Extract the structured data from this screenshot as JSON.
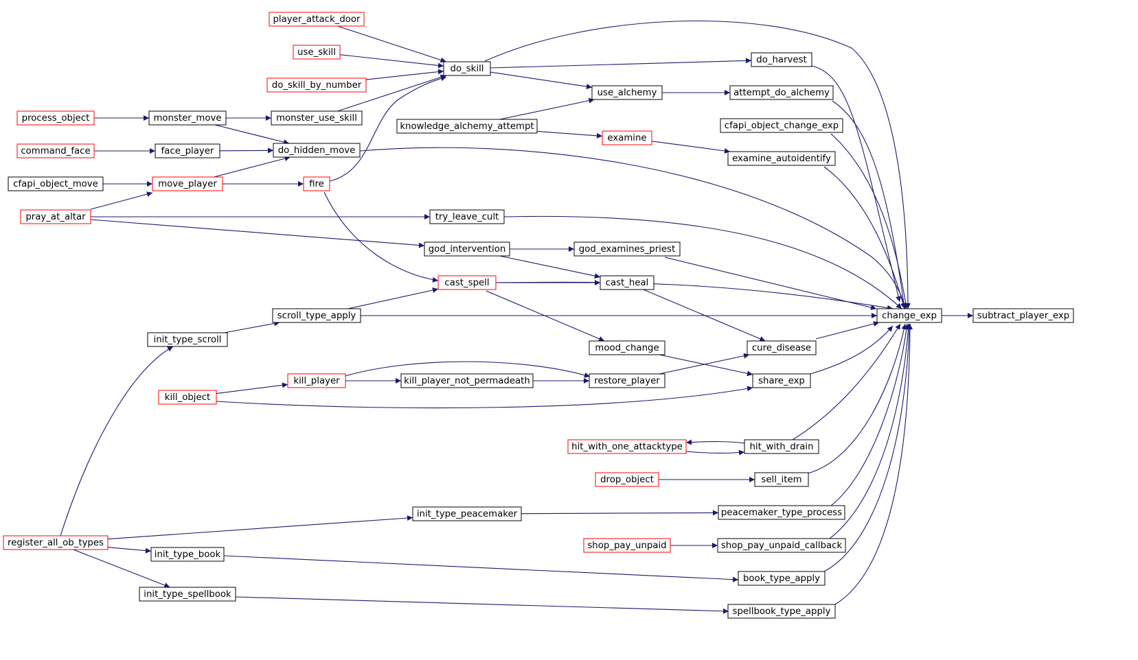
{
  "diagram": {
    "colors": {
      "edge": "#191970",
      "normal_border": "#000000",
      "truncated_border": "#ff0000",
      "highlight_fill": "#bfbfbf",
      "background": "#ffffff"
    },
    "nodes": [
      {
        "id": "subtract_player_exp",
        "label": "subtract_player_exp",
        "style": "highlight"
      },
      {
        "id": "change_exp",
        "label": "change_exp",
        "style": "normal"
      },
      {
        "id": "do_harvest",
        "label": "do_harvest",
        "style": "normal"
      },
      {
        "id": "attempt_do_alchemy",
        "label": "attempt_do_alchemy",
        "style": "normal"
      },
      {
        "id": "cfapi_object_change_exp",
        "label": "cfapi_object_change_exp",
        "style": "normal"
      },
      {
        "id": "examine_autoidentify",
        "label": "examine_autoidentify",
        "style": "normal"
      },
      {
        "id": "cure_disease",
        "label": "cure_disease",
        "style": "normal"
      },
      {
        "id": "share_exp",
        "label": "share_exp",
        "style": "normal"
      },
      {
        "id": "hit_with_drain",
        "label": "hit_with_drain",
        "style": "normal"
      },
      {
        "id": "sell_item",
        "label": "sell_item",
        "style": "normal"
      },
      {
        "id": "peacemaker_type_process",
        "label": "peacemaker_type_process",
        "style": "normal"
      },
      {
        "id": "shop_pay_unpaid_callback",
        "label": "shop_pay_unpaid_callback",
        "style": "normal"
      },
      {
        "id": "book_type_apply",
        "label": "book_type_apply",
        "style": "normal"
      },
      {
        "id": "spellbook_type_apply",
        "label": "spellbook_type_apply",
        "style": "normal"
      },
      {
        "id": "do_skill",
        "label": "do_skill",
        "style": "normal"
      },
      {
        "id": "use_alchemy",
        "label": "use_alchemy",
        "style": "normal"
      },
      {
        "id": "examine",
        "label": "examine",
        "style": "truncated"
      },
      {
        "id": "god_examines_priest",
        "label": "god_examines_priest",
        "style": "normal"
      },
      {
        "id": "cast_heal",
        "label": "cast_heal",
        "style": "normal"
      },
      {
        "id": "mood_change",
        "label": "mood_change",
        "style": "normal"
      },
      {
        "id": "restore_player",
        "label": "restore_player",
        "style": "normal"
      },
      {
        "id": "hit_with_one_attacktype",
        "label": "hit_with_one_attacktype",
        "style": "truncated"
      },
      {
        "id": "drop_object",
        "label": "drop_object",
        "style": "truncated"
      },
      {
        "id": "shop_pay_unpaid",
        "label": "shop_pay_unpaid",
        "style": "truncated"
      },
      {
        "id": "player_attack_door",
        "label": "player_attack_door",
        "style": "truncated"
      },
      {
        "id": "use_skill",
        "label": "use_skill",
        "style": "truncated"
      },
      {
        "id": "do_skill_by_number",
        "label": "do_skill_by_number",
        "style": "truncated"
      },
      {
        "id": "monster_use_skill",
        "label": "monster_use_skill",
        "style": "normal"
      },
      {
        "id": "knowledge_alchemy_attempt",
        "label": "knowledge_alchemy_attempt",
        "style": "normal"
      },
      {
        "id": "do_hidden_move",
        "label": "do_hidden_move",
        "style": "normal"
      },
      {
        "id": "fire",
        "label": "fire",
        "style": "truncated"
      },
      {
        "id": "try_leave_cult",
        "label": "try_leave_cult",
        "style": "normal"
      },
      {
        "id": "god_intervention",
        "label": "god_intervention",
        "style": "normal"
      },
      {
        "id": "cast_spell",
        "label": "cast_spell",
        "style": "truncated"
      },
      {
        "id": "scroll_type_apply",
        "label": "scroll_type_apply",
        "style": "normal"
      },
      {
        "id": "kill_player_not_permadeath",
        "label": "kill_player_not_permadeath",
        "style": "normal"
      },
      {
        "id": "kill_player",
        "label": "kill_player",
        "style": "truncated"
      },
      {
        "id": "init_type_peacemaker",
        "label": "init_type_peacemaker",
        "style": "normal"
      },
      {
        "id": "init_type_book",
        "label": "init_type_book",
        "style": "normal"
      },
      {
        "id": "init_type_spellbook",
        "label": "init_type_spellbook",
        "style": "normal"
      },
      {
        "id": "monster_move",
        "label": "monster_move",
        "style": "normal"
      },
      {
        "id": "face_player",
        "label": "face_player",
        "style": "normal"
      },
      {
        "id": "move_player",
        "label": "move_player",
        "style": "truncated"
      },
      {
        "id": "init_type_scroll",
        "label": "init_type_scroll",
        "style": "normal"
      },
      {
        "id": "process_object",
        "label": "process_object",
        "style": "truncated"
      },
      {
        "id": "command_face",
        "label": "command_face",
        "style": "truncated"
      },
      {
        "id": "cfapi_object_move",
        "label": "cfapi_object_move",
        "style": "normal"
      },
      {
        "id": "pray_at_altar",
        "label": "pray_at_altar",
        "style": "truncated"
      },
      {
        "id": "kill_object",
        "label": "kill_object",
        "style": "truncated"
      },
      {
        "id": "register_all_ob_types",
        "label": "register_all_ob_types",
        "style": "truncated"
      }
    ],
    "edges": [
      {
        "from": "change_exp",
        "to": "subtract_player_exp"
      },
      {
        "from": "do_skill",
        "to": "change_exp"
      },
      {
        "from": "do_harvest",
        "to": "change_exp"
      },
      {
        "from": "attempt_do_alchemy",
        "to": "change_exp"
      },
      {
        "from": "cfapi_object_change_exp",
        "to": "change_exp"
      },
      {
        "from": "examine_autoidentify",
        "to": "change_exp"
      },
      {
        "from": "do_hidden_move",
        "to": "change_exp"
      },
      {
        "from": "try_leave_cult",
        "to": "change_exp"
      },
      {
        "from": "god_examines_priest",
        "to": "change_exp"
      },
      {
        "from": "cast_spell",
        "to": "change_exp"
      },
      {
        "from": "scroll_type_apply",
        "to": "change_exp"
      },
      {
        "from": "cure_disease",
        "to": "change_exp"
      },
      {
        "from": "share_exp",
        "to": "change_exp"
      },
      {
        "from": "hit_with_drain",
        "to": "change_exp"
      },
      {
        "from": "sell_item",
        "to": "change_exp"
      },
      {
        "from": "peacemaker_type_process",
        "to": "change_exp"
      },
      {
        "from": "shop_pay_unpaid_callback",
        "to": "change_exp"
      },
      {
        "from": "book_type_apply",
        "to": "change_exp"
      },
      {
        "from": "spellbook_type_apply",
        "to": "change_exp"
      },
      {
        "from": "do_skill",
        "to": "do_harvest"
      },
      {
        "from": "use_alchemy",
        "to": "attempt_do_alchemy"
      },
      {
        "from": "examine",
        "to": "examine_autoidentify"
      },
      {
        "from": "cast_heal",
        "to": "cure_disease"
      },
      {
        "from": "restore_player",
        "to": "cure_disease"
      },
      {
        "from": "mood_change",
        "to": "share_exp"
      },
      {
        "from": "kill_object",
        "to": "share_exp"
      },
      {
        "from": "hit_with_one_attacktype",
        "to": "hit_with_drain"
      },
      {
        "from": "hit_with_drain",
        "to": "hit_with_one_attacktype"
      },
      {
        "from": "drop_object",
        "to": "sell_item"
      },
      {
        "from": "init_type_peacemaker",
        "to": "peacemaker_type_process"
      },
      {
        "from": "shop_pay_unpaid",
        "to": "shop_pay_unpaid_callback"
      },
      {
        "from": "init_type_book",
        "to": "book_type_apply"
      },
      {
        "from": "init_type_spellbook",
        "to": "spellbook_type_apply"
      },
      {
        "from": "do_skill",
        "to": "use_alchemy"
      },
      {
        "from": "knowledge_alchemy_attempt",
        "to": "use_alchemy"
      },
      {
        "from": "knowledge_alchemy_attempt",
        "to": "examine"
      },
      {
        "from": "god_intervention",
        "to": "god_examines_priest"
      },
      {
        "from": "god_intervention",
        "to": "cast_heal"
      },
      {
        "from": "cast_spell",
        "to": "cast_heal"
      },
      {
        "from": "cast_spell",
        "to": "mood_change"
      },
      {
        "from": "kill_player_not_permadeath",
        "to": "restore_player"
      },
      {
        "from": "kill_player",
        "to": "restore_player"
      },
      {
        "from": "player_attack_door",
        "to": "do_skill"
      },
      {
        "from": "use_skill",
        "to": "do_skill"
      },
      {
        "from": "do_skill_by_number",
        "to": "do_skill"
      },
      {
        "from": "monster_use_skill",
        "to": "do_skill"
      },
      {
        "from": "fire",
        "to": "do_skill"
      },
      {
        "from": "monster_move",
        "to": "monster_use_skill"
      },
      {
        "from": "monster_move",
        "to": "do_hidden_move"
      },
      {
        "from": "face_player",
        "to": "do_hidden_move"
      },
      {
        "from": "move_player",
        "to": "do_hidden_move"
      },
      {
        "from": "move_player",
        "to": "fire"
      },
      {
        "from": "fire",
        "to": "cast_spell"
      },
      {
        "from": "pray_at_altar",
        "to": "try_leave_cult"
      },
      {
        "from": "pray_at_altar",
        "to": "god_intervention"
      },
      {
        "from": "scroll_type_apply",
        "to": "cast_spell"
      },
      {
        "from": "init_type_scroll",
        "to": "scroll_type_apply"
      },
      {
        "from": "kill_player",
        "to": "kill_player_not_permadeath"
      },
      {
        "from": "kill_object",
        "to": "kill_player"
      },
      {
        "from": "register_all_ob_types",
        "to": "init_type_peacemaker"
      },
      {
        "from": "register_all_ob_types",
        "to": "init_type_book"
      },
      {
        "from": "register_all_ob_types",
        "to": "init_type_spellbook"
      },
      {
        "from": "register_all_ob_types",
        "to": "init_type_scroll"
      },
      {
        "from": "process_object",
        "to": "monster_move"
      },
      {
        "from": "command_face",
        "to": "face_player"
      },
      {
        "from": "cfapi_object_move",
        "to": "move_player"
      },
      {
        "from": "pray_at_altar",
        "to": "move_player"
      }
    ]
  }
}
